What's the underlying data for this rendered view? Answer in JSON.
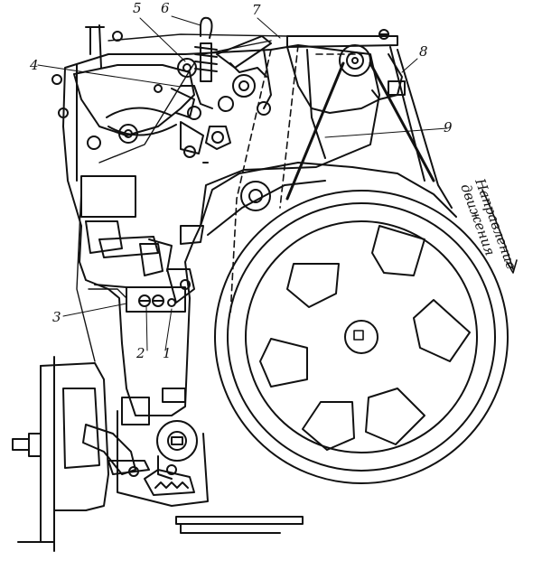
{
  "figure": {
    "labels": {
      "l1": "1",
      "l2": "2",
      "l3": "3",
      "l4": "4",
      "l5": "5",
      "l6": "6",
      "l7": "7",
      "l8": "8",
      "l9": "9"
    },
    "direction_text": {
      "line1": "Направление",
      "line2": "движения"
    },
    "colors": {
      "ink": "#111111",
      "paper": "#ffffff"
    }
  }
}
